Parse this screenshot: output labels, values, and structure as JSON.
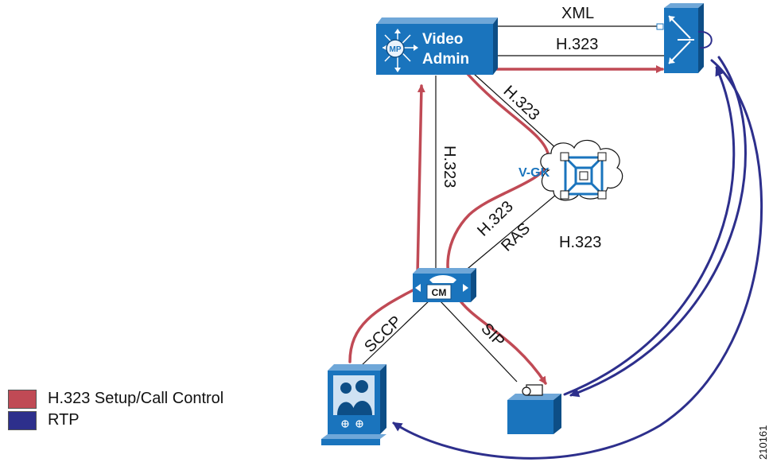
{
  "colors": {
    "call_control": "#c04a55",
    "rtp": "#2d2f8c",
    "device_blue": "#1a74bd",
    "device_light": "#dde9f6"
  },
  "devices": {
    "video_admin_line1": "Video",
    "video_admin_line2": "Admin",
    "mp_badge": "MP",
    "gatekeeper_label": "V-GK",
    "callmanager_badge": "CM"
  },
  "links": {
    "xml": "XML",
    "h323_top": "H.323",
    "h323_diag": "H.323",
    "h323_vertical": "H.323",
    "h323_cm_gk": "H.323",
    "ras": "RAS",
    "h323_right": "H.323",
    "sccp": "SCCP",
    "sip": "SIP"
  },
  "legend": {
    "call_control_label": "H.323 Setup/Call Control",
    "rtp_label": "RTP"
  },
  "figure_id": "210161"
}
